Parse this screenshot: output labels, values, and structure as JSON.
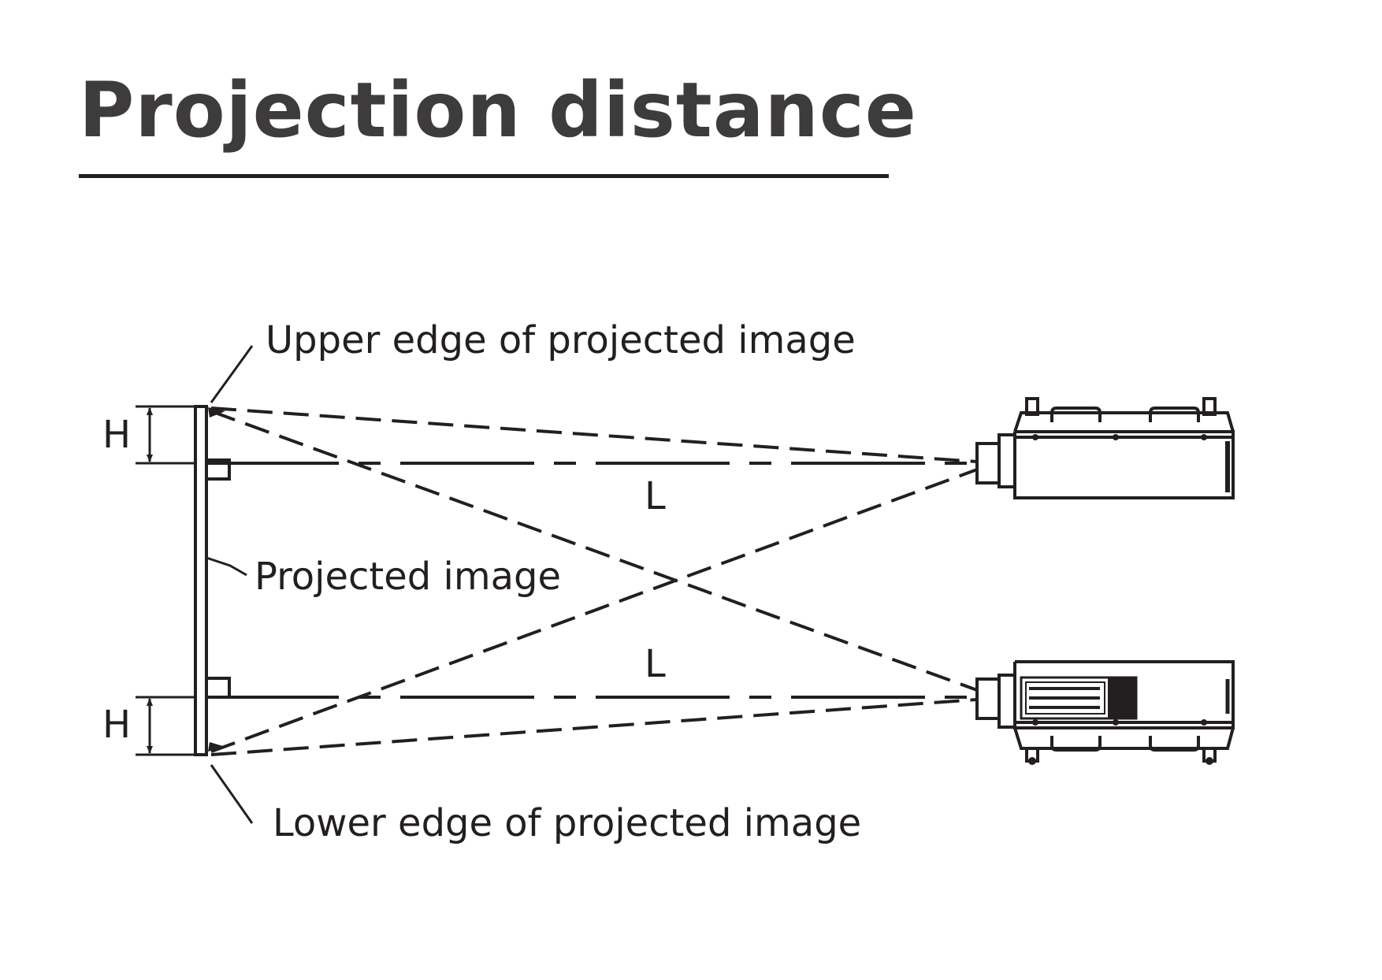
{
  "title": "Projection distance",
  "labels": {
    "upper_edge": "Upper edge of projected image",
    "projected_image": "Projected image",
    "lower_edge": "Lower edge of projected image",
    "distance_upper": "L",
    "distance_lower": "L",
    "height_upper": "H",
    "height_lower": "H"
  },
  "colors": {
    "ink": "#231f20",
    "title": "#3d3b3c",
    "background": "#ffffff"
  }
}
